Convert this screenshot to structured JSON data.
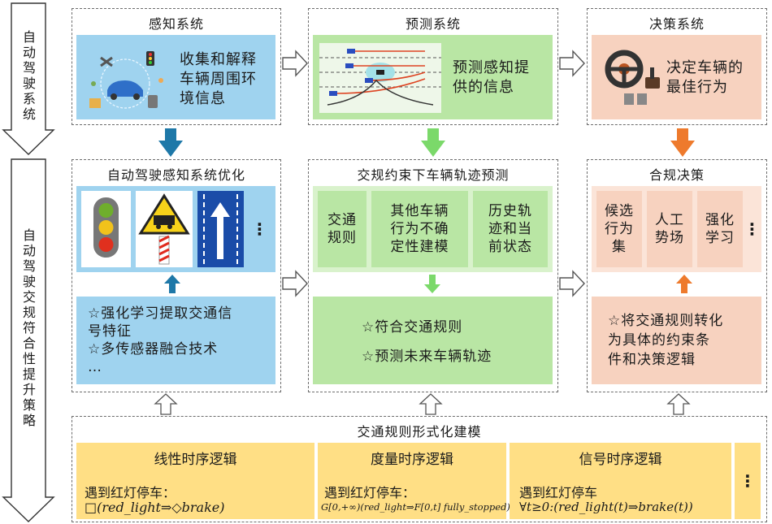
{
  "side": {
    "top": [
      "自",
      "动",
      "驾",
      "驶",
      "系",
      "统"
    ],
    "bottom": [
      "自",
      "动",
      "驾",
      "驶",
      "交",
      "规",
      "符",
      "合",
      "性",
      "提",
      "升",
      "策",
      "略"
    ]
  },
  "perception": {
    "title": "感知系统",
    "desc": "收集和解释\n车辆周围环\n境信息",
    "opt_title": "自动驾驶感知系统优化",
    "more": "⋮",
    "methods": "☆强化学习提取交通信\n   号特征\n☆多传感器融合技术\n…"
  },
  "prediction": {
    "title": "预测系统",
    "desc": "预测感知提\n供的信息",
    "opt_title": "交规约束下车辆轨迹预测",
    "cells": [
      "交通\n规则",
      "其他车辆\n行为不确\n定性建模",
      "历史轨\n迹和当\n前状态"
    ],
    "result1": "☆符合交通规则",
    "result2": "☆预测未来车辆轨迹"
  },
  "decision": {
    "title": "决策系统",
    "desc": "决定车辆的\n最佳行为",
    "opt_title": "合规决策",
    "cells": [
      "候选\n行为\n集",
      "人工\n势场",
      "强化\n学习"
    ],
    "more": "⋮",
    "result": "☆将交通规则转化\n为具体的约束条\n件和决策逻辑"
  },
  "modeling": {
    "title": "交通规则形式化建模",
    "more": "⋮",
    "logics": [
      {
        "name": "线性时序逻辑",
        "example": "遇到红灯停车：",
        "formula": "□(red_light⇒◇brake)"
      },
      {
        "name": "度量时序逻辑",
        "example": "遇到红灯停车：",
        "formula": "G[0,+∞)(red_light⇒F[0,t] fully_stopped)"
      },
      {
        "name": "信号时序逻辑",
        "example": "遇到红灯停车",
        "formula": "∀t≥0:(red_light(t)⇒brake(t))"
      }
    ]
  },
  "colors": {
    "blue": "#9fd3ef",
    "green": "#b9e6a4",
    "peach": "#f7d2bf",
    "yellow": "#ffdf85",
    "arrow_blue": "#1e78a8",
    "arrow_green": "#7bd96a",
    "arrow_orange": "#ee7a2c"
  }
}
